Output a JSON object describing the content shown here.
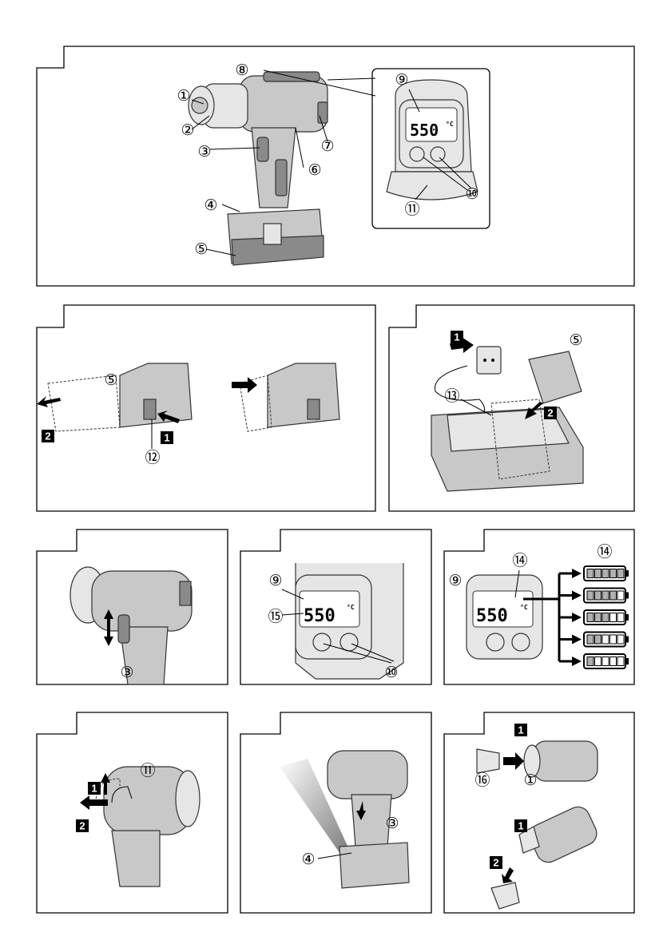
{
  "callouts": {
    "c1": "①",
    "c2": "②",
    "c3": "③",
    "c4": "④",
    "c5": "⑤",
    "c6": "⑥",
    "c7": "⑦",
    "c8": "⑧",
    "c9": "⑨",
    "c10": "⑩",
    "c11": "⑪",
    "c12": "⑫",
    "c13": "⑬",
    "c14": "⑭",
    "c15": "⑮",
    "c16": "⑯"
  },
  "steps": {
    "s1": "1",
    "s2": "2"
  },
  "display": {
    "temperature": "550",
    "unit": "°C"
  },
  "battery_levels": [
    5,
    4,
    3,
    2,
    1
  ],
  "battery_segments": 5
}
